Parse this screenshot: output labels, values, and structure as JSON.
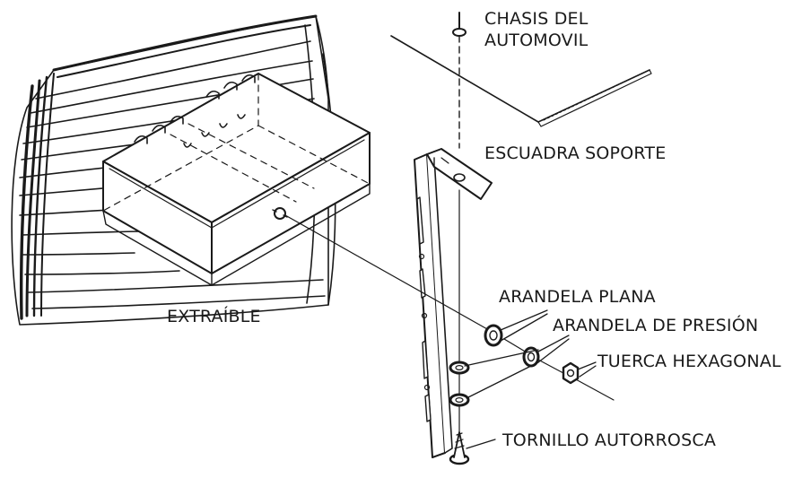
{
  "labels": {
    "chasis_line1": "CHASIS DEL",
    "chasis_line2": "AUTOMOVIL",
    "escuadra": "ESCUADRA SOPORTE",
    "extraible": "EXTRAÍBLE",
    "arandela_plana": "ARANDELA PLANA",
    "arandela_presion": "ARANDELA DE PRESIÓN",
    "tuerca": "TUERCA HEXAGONAL",
    "tornillo": "TORNILLO AUTORROSCA"
  },
  "colors": {
    "line": "#1a1a1a",
    "background": "#ffffff",
    "shade": "#cfcfcf"
  }
}
